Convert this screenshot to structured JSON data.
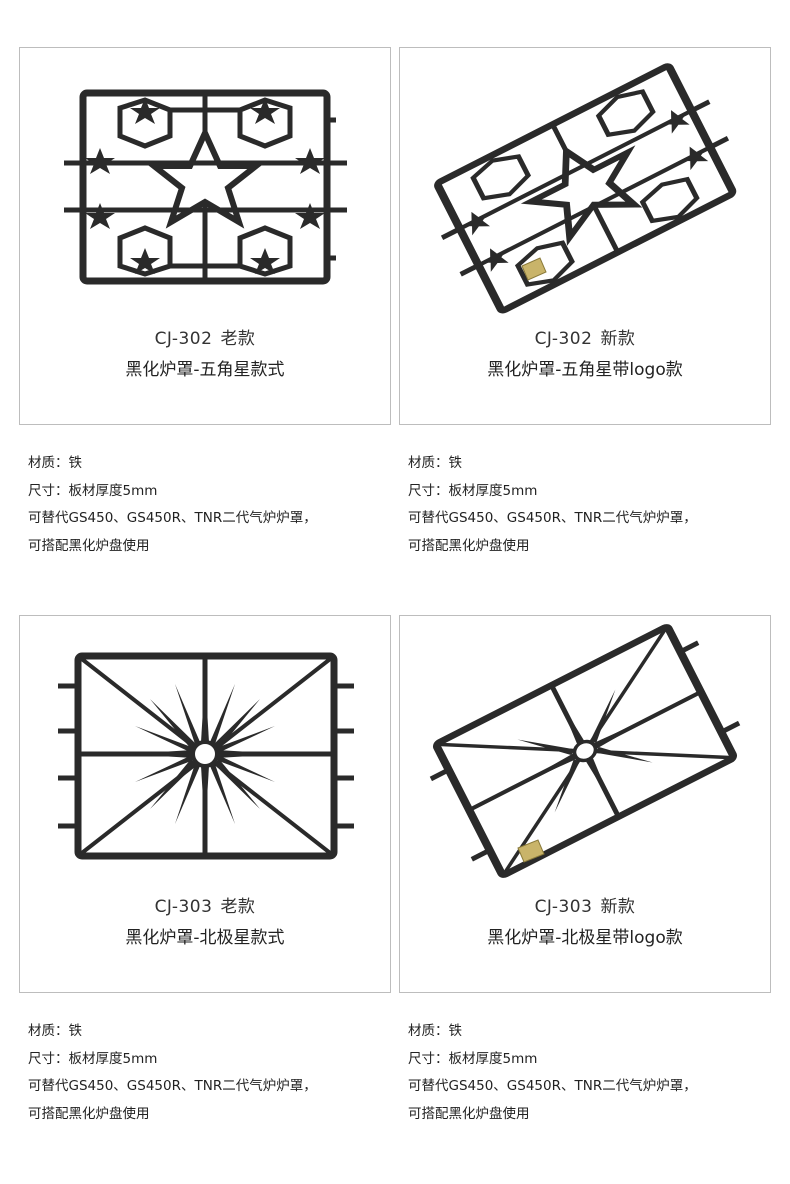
{
  "products": [
    {
      "model": "CJ-302",
      "version": "老款",
      "name": "黑化炉罩-五角星款式",
      "pattern": "pentagram-lattice",
      "logo_badge": false
    },
    {
      "model": "CJ-302",
      "version": "新款",
      "name": "黑化炉罩-五角星带logo款",
      "pattern": "pentagram-lattice",
      "logo_badge": true
    },
    {
      "model": "CJ-303",
      "version": "老款",
      "name": "黑化炉罩-北极星款式",
      "pattern": "north-star",
      "logo_badge": false
    },
    {
      "model": "CJ-303",
      "version": "新款",
      "name": "黑化炉罩-北极星带logo款",
      "pattern": "north-star",
      "logo_badge": true
    }
  ],
  "spec": {
    "material": "材质：铁",
    "size": "尺寸：板材厚度5mm",
    "compat_line1": "可替代GS450、GS450R、TNR二代气炉炉罩，",
    "compat_line2": "可搭配黑化炉盘使用"
  },
  "colors": {
    "iron": "#2a2a2a",
    "border": "#bdbdbd",
    "badge": "#c9b46a"
  }
}
